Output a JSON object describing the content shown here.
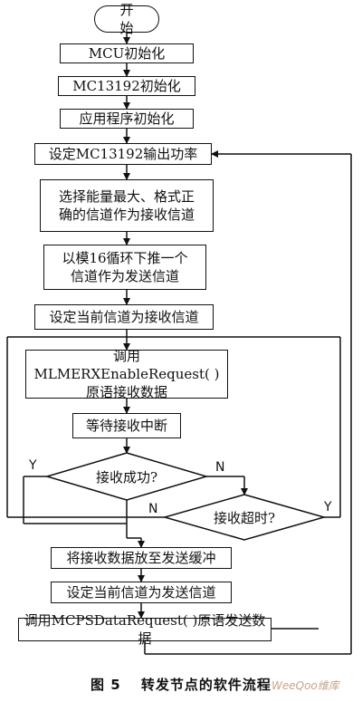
{
  "flowchart": {
    "start": "开 始",
    "mcu_init": "MCU初始化",
    "mc_init": "MC13192初始化",
    "app_init": "应用程序初始化",
    "set_power": "设定MC13192输出功率",
    "select_channel": "选择能量最大、格式正\n确的信道作为接收信道",
    "mod16": "以模16循环下推一个\n信道作为发送信道",
    "set_rx": "设定当前信道为接收信道",
    "call_rx": "调用MLMERXEnableRequest( )\n原语接收数据",
    "wait_int": "等待接收中断",
    "decision_success": "接收成功?",
    "decision_timeout": "接收超时?",
    "put_buffer": "将接收数据放至发送缓冲",
    "set_tx": "设定当前信道为发送信道",
    "call_tx": "调用MCPSDataRequest( )原语发送数据",
    "label_y1": "Y",
    "label_n1": "N",
    "label_n2": "N",
    "label_y2": "Y"
  },
  "caption": "图 5　 转发节点的软件流程",
  "watermark": "WeeQoo维库"
}
